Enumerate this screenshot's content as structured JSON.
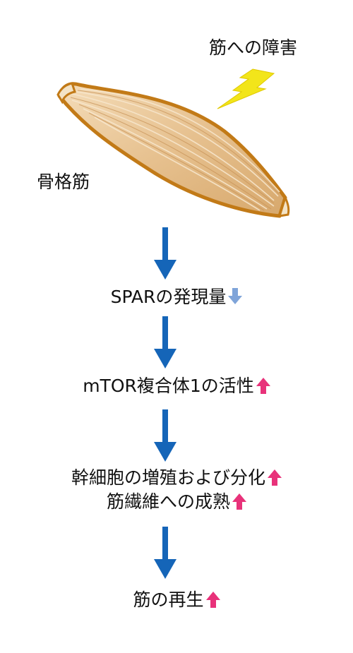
{
  "injury_label": "筋への障害",
  "muscle_label": "骨格筋",
  "steps": [
    {
      "text": "SPARの発現量",
      "direction": "down"
    },
    {
      "text": "mTOR複合体1の活性",
      "direction": "up"
    },
    {
      "lines": [
        "幹細胞の増殖および分化",
        "筋繊維への成熟"
      ],
      "direction": "up"
    },
    {
      "text": "筋の再生",
      "direction": "up"
    }
  ],
  "colors": {
    "flow_arrow": "#1565b8",
    "increase": "#e8327a",
    "decrease": "#7fa4d9",
    "lightning": "#f2e51a",
    "muscle_fill": "#e9c79a",
    "muscle_outline": "#c27a17"
  }
}
